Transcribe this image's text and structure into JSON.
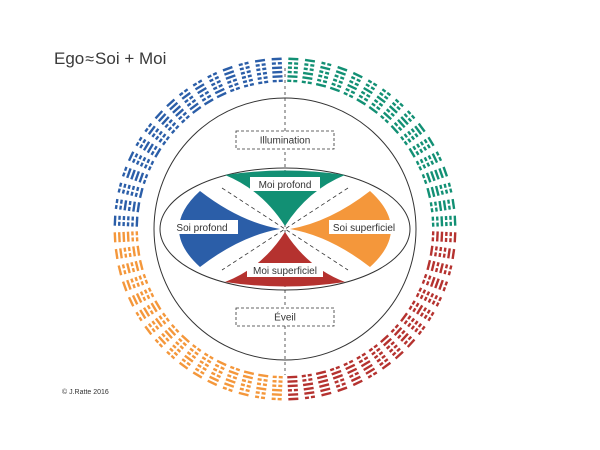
{
  "title": {
    "ego": "Ego",
    "approx": "≈",
    "formula": "Soi + Moi"
  },
  "copyright": "© J.Ratte 2016",
  "labels": {
    "illumination": "Illumination",
    "moi_profond": "Moi profond",
    "soi_profond": "Soi profond",
    "soi_superficiel": "Soi superficiel",
    "moi_superficiel": "Moi superficiel",
    "eveil": "Éveil"
  },
  "colors": {
    "blue": "#2b5ea8",
    "green": "#129074",
    "orange": "#f4973b",
    "red": "#b5322f",
    "line": "#333333"
  }
}
